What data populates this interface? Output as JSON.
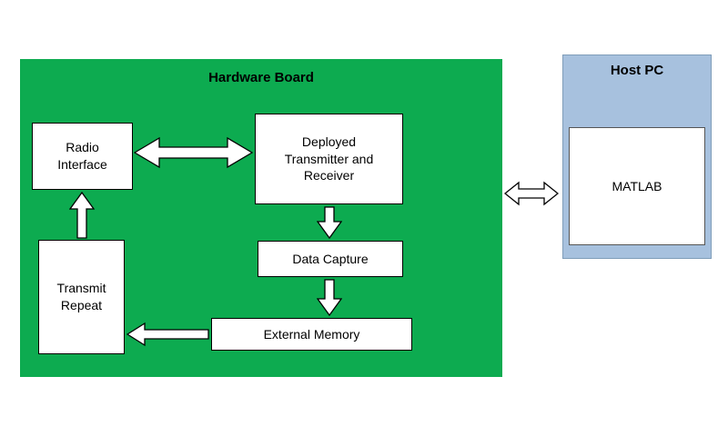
{
  "diagram": {
    "hardware_board": {
      "title": "Hardware Board",
      "blocks": {
        "radio_interface": "Radio Interface",
        "deployed_transmitter_receiver": "Deployed Transmitter and Receiver",
        "data_capture": "Data Capture",
        "external_memory": "External Memory",
        "transmit_repeat": "Transmit Repeat"
      }
    },
    "host_pc": {
      "title": "Host PC",
      "blocks": {
        "matlab": "MATLAB"
      }
    },
    "connections": [
      "radio_interface <-> deployed_transmitter_receiver",
      "deployed_transmitter_receiver -> data_capture",
      "data_capture -> external_memory",
      "external_memory -> transmit_repeat",
      "transmit_repeat -> radio_interface",
      "hardware_board <-> host_pc"
    ],
    "colors": {
      "board_fill": "#0dab50",
      "host_fill": "#a7c1de",
      "block_fill": "#ffffff",
      "outline": "#000000"
    }
  }
}
